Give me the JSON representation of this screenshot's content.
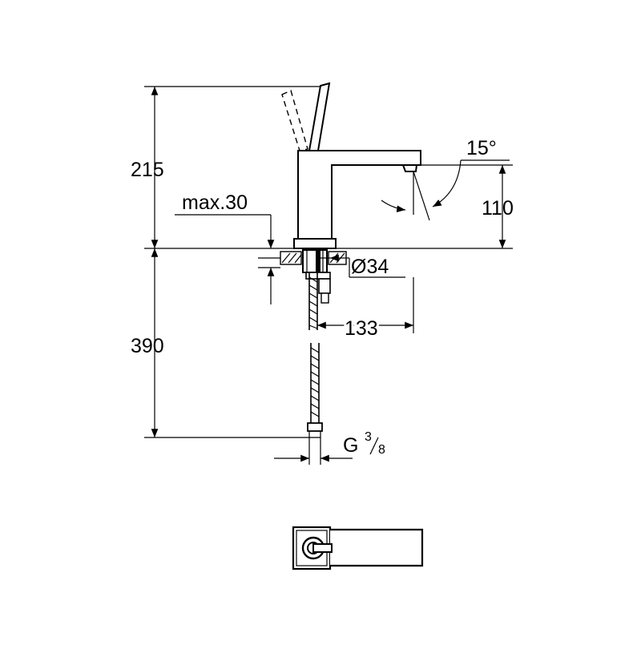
{
  "dimensions": {
    "height_above_deck": "215",
    "max_deck_thickness": "max.30",
    "spout_angle": "15°",
    "spout_height": "110",
    "hole_diameter": "Ø34",
    "spout_reach": "133",
    "hose_length": "390",
    "connection_thread_main": "G",
    "connection_thread_num": "3",
    "connection_thread_den": "8"
  }
}
